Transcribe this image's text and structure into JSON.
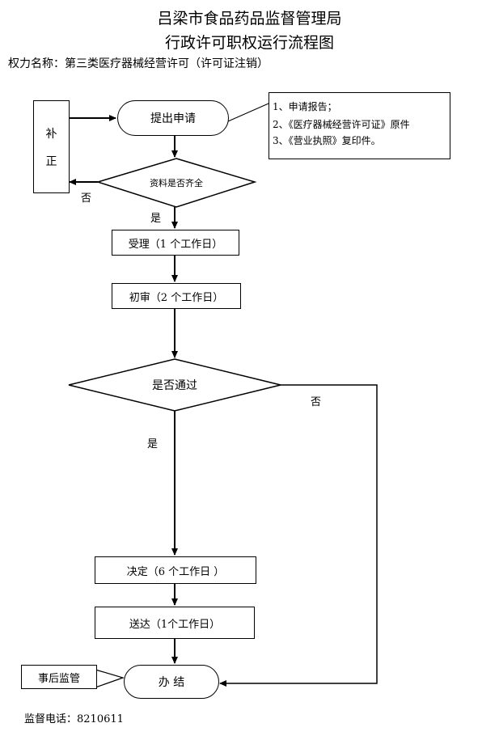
{
  "header": {
    "title_line1": "吕梁市食品药品监督管理局",
    "title_line2": "行政许可职权运行流程图",
    "power_name": "权力名称：第三类医疗器械经营许可（许可证注销）"
  },
  "flow": {
    "bu_zheng_1": "补",
    "bu_zheng_2": "正",
    "submit": "提出申请",
    "materials_note": {
      "line1": "1、申请报告；",
      "line2": "2、《医疗器械经营许可证》原件",
      "line3": "3、《营业执照》复印件。"
    },
    "check_complete": "资料是否齐全",
    "no_1": "否",
    "yes_1": "是",
    "accept": "受理（1 个工作日）",
    "first_review": "初审（2 个工作日）",
    "pass_check": "是否通过",
    "no_2": "否",
    "yes_2": "是",
    "decision": "决定（6 个工作日 ）",
    "delivery": "送达（1个工作日）",
    "post_supervision": "事后监管",
    "finish": "办 结"
  },
  "footer": {
    "phone": "监督电话：8210611"
  }
}
